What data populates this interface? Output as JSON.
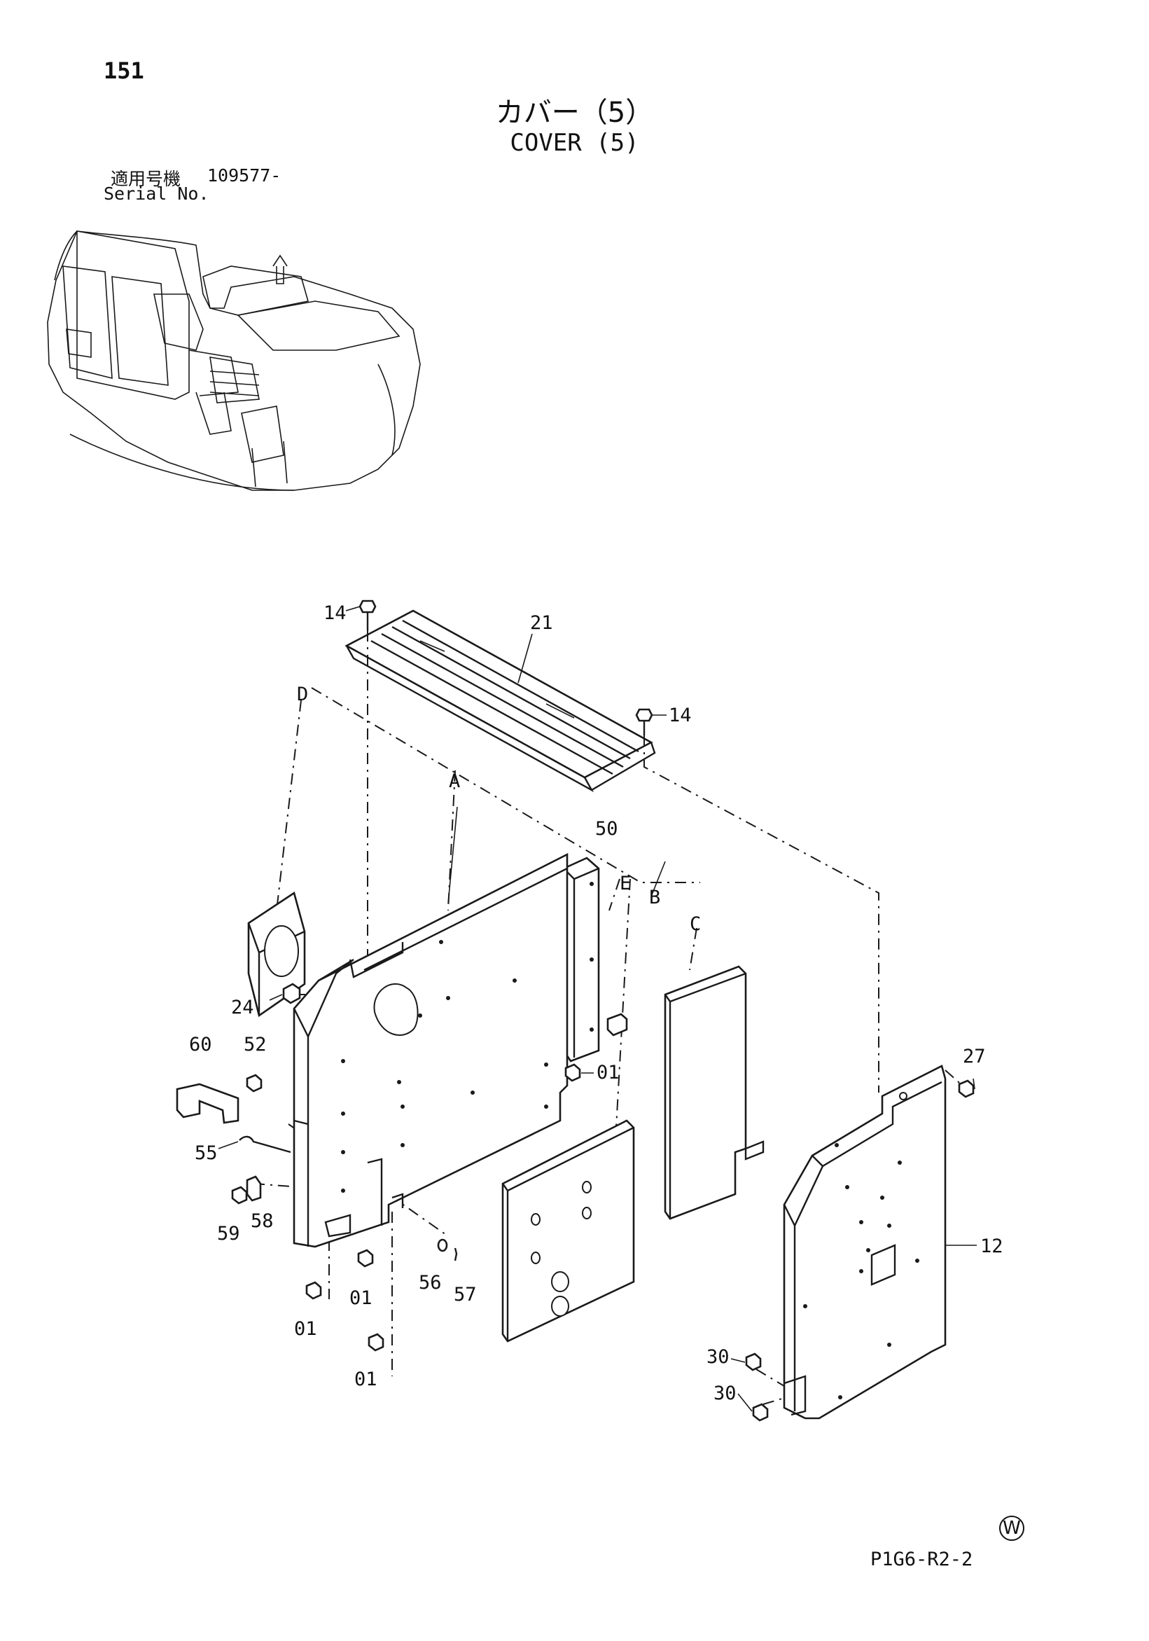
{
  "header": {
    "page_number": "151",
    "title_jp": "カバー（5）",
    "title_en": "COVER (5)",
    "serial_label_jp": "適用号機",
    "serial_value": "109577-",
    "serial_label_en": "Serial No."
  },
  "callouts": {
    "c14a": "14",
    "c21": "21",
    "c14b": "14",
    "cD": "D",
    "cA": "A",
    "c50": "50",
    "cE": "E",
    "cB": "B",
    "cC": "C",
    "c24": "24",
    "c60": "60",
    "c52": "52",
    "c01a": "01",
    "c27": "27",
    "c55": "55",
    "c59": "59",
    "c58": "58",
    "c56": "56",
    "c57": "57",
    "c01b": "01",
    "c01c": "01",
    "c12": "12",
    "c01d": "01",
    "c30a": "30",
    "c30b": "30"
  },
  "footer": {
    "mark": "W",
    "drawing_code": "P1G6-R2-2"
  }
}
